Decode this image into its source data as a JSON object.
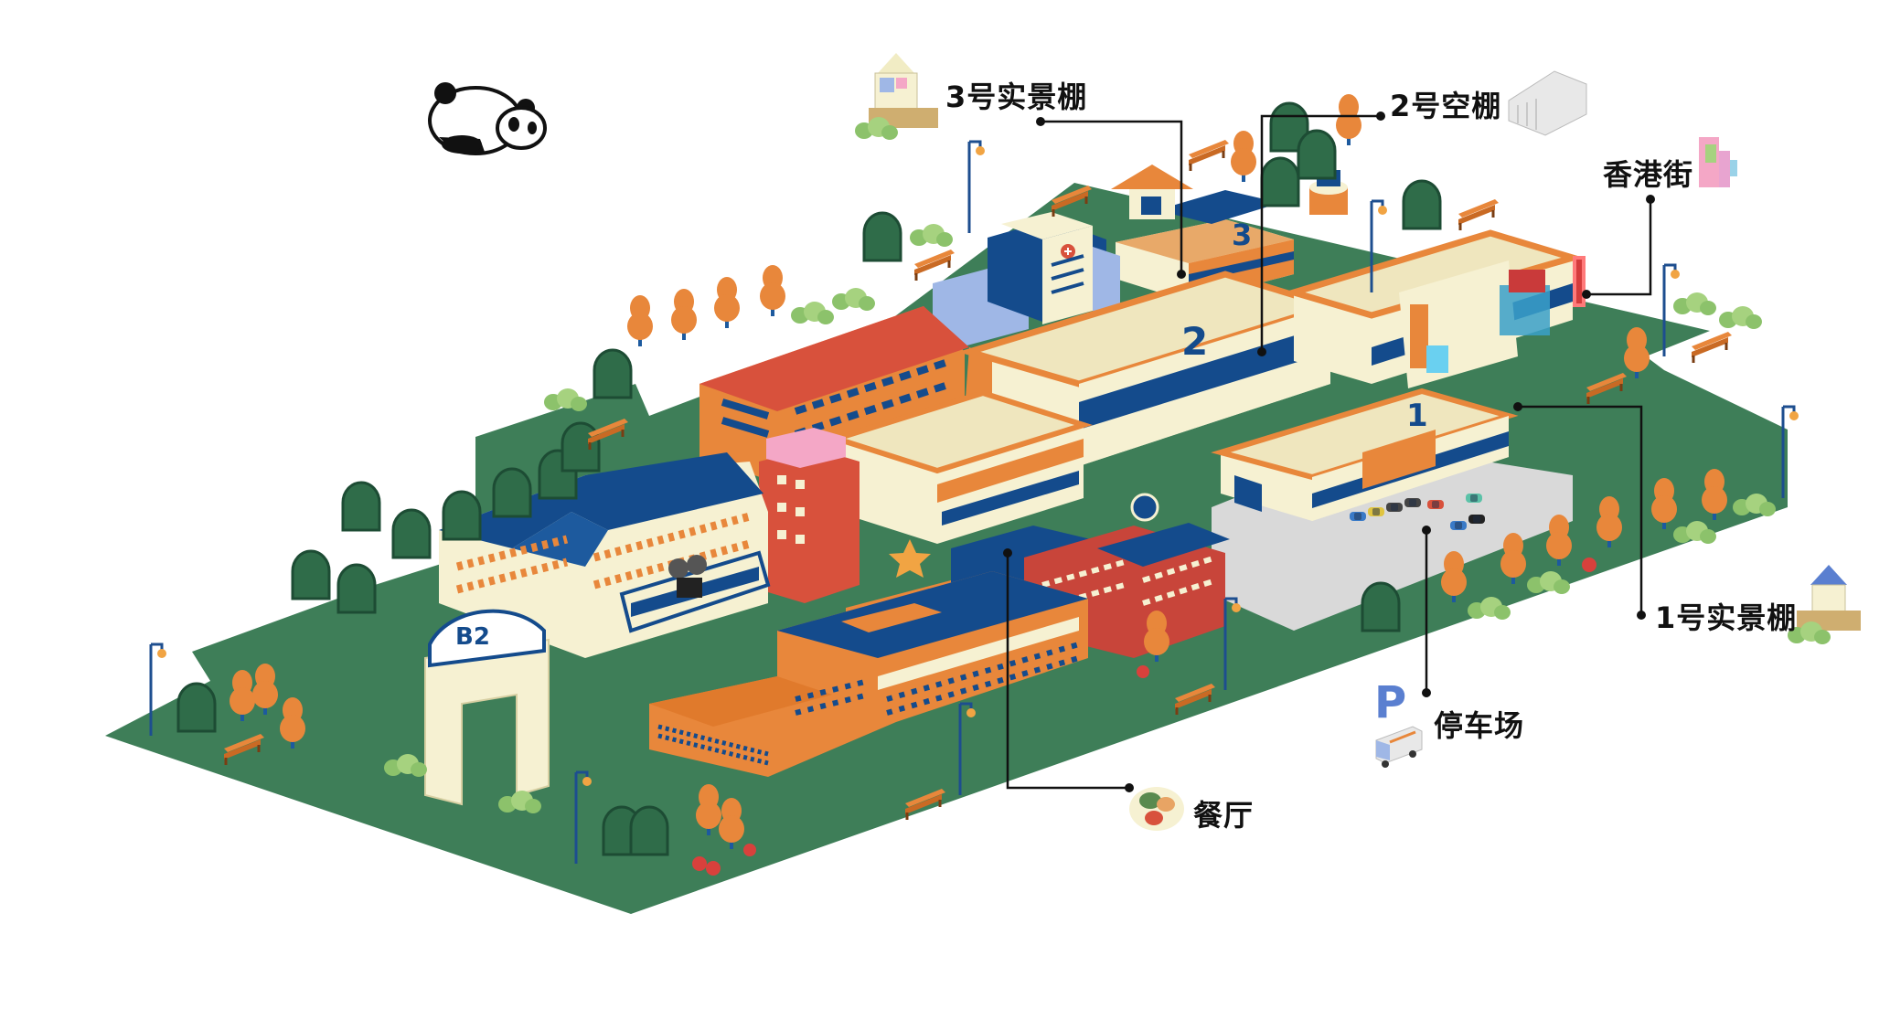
{
  "map": {
    "labels": {
      "studio3": "3号实景棚",
      "stage2": "2号空棚",
      "hongkong_street": "香港街",
      "studio1": "1号实景棚",
      "parking": "停车场",
      "restaurant": "餐厅"
    },
    "building_numbers": {
      "stage1": "1",
      "stage2": "2",
      "stage3": "3"
    },
    "gate_text": "B2"
  },
  "colors": {
    "lawn": "#3e7e58",
    "cream": "#f6f1d2",
    "navy": "#144b8c",
    "orange": "#e8873b",
    "red": "#d8513c",
    "asphalt": "#d9d9d9",
    "tree": "#e8873b"
  }
}
